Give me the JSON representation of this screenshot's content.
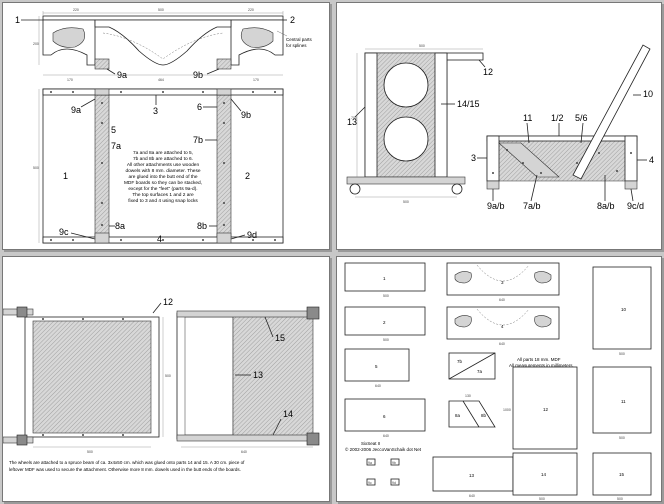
{
  "panel1": {
    "labels": {
      "l1": "1",
      "l2": "2",
      "l9a_top": "9a",
      "l9b_top": "9b",
      "l9a": "9a",
      "l9b": "9b",
      "l3": "3",
      "l6": "6",
      "l5": "5",
      "l7a": "7a",
      "l7b": "7b",
      "l1_big": "1",
      "l2_big": "2",
      "l8a": "8a",
      "l8b": "8b",
      "l9c": "9c",
      "l9d": "9d",
      "l4": "4"
    },
    "central_note": "Central parts for splines",
    "note_lines": [
      "7a and 8a are attached to 5,",
      "7b and 8b are attached to 6.",
      "All other attachments use wooden",
      "dowels with 8 mm. diameter. These",
      "are glued into the butt end of the",
      "MDF boards so they can be stacked,",
      "except for the \"feet\" (parts 9a-d).",
      "The top surfaces 1 and 2 are",
      "fixed to 3 and 4 using snap locks"
    ]
  },
  "panel2": {
    "labels": {
      "l12": "12",
      "l13": "13",
      "l1415": "14/15",
      "l10": "10",
      "l11": "11",
      "l12b": "1/2",
      "l56": "5/6",
      "l3": "3",
      "l4": "4",
      "l9ab": "9a/b",
      "l7ab": "7a/b",
      "l8ab": "8a/b",
      "l9cd": "9c/d"
    }
  },
  "panel3": {
    "labels": {
      "l12": "12",
      "l15": "15",
      "l13": "13",
      "l14": "14"
    },
    "caption_lines": [
      "The wheels are attached to a spruce beam of ca. 3x4x50 cm. which was glued onto parts 14 and 15. A 30 cm. piece of",
      "leftover MDF was used to secure the attachment. Otherwise more 8 mm. dowels used in the butt ends of the boards."
    ]
  },
  "panel4": {
    "parts": {
      "p1": "1",
      "p2": "2",
      "p3": "3",
      "p4": "4",
      "p5": "5",
      "p6": "6",
      "p7a": "7a",
      "p7b": "7b",
      "p8a": "8a",
      "p8b": "8b",
      "p9a": "9a",
      "p9b": "9b",
      "p9c": "9c",
      "p9d": "9d",
      "p10": "10",
      "p11": "11",
      "p12": "12",
      "p13": "13",
      "p14": "14",
      "p15": "15"
    },
    "note_lines": [
      "All parts 18 mm. MDF",
      "All measurements in millimeters."
    ],
    "credit_lines": [
      "SixSeat II",
      "© 2002-2006 JeccoVanSchaik dot Net"
    ]
  },
  "dimensions": {
    "d500": "500",
    "d640": "640",
    "d700": "700",
    "d400": "400",
    "d1000": "1000",
    "d1450": "1450",
    "d220": "220",
    "d170": "170",
    "d464": "464",
    "d60": "60",
    "d130": "130"
  }
}
